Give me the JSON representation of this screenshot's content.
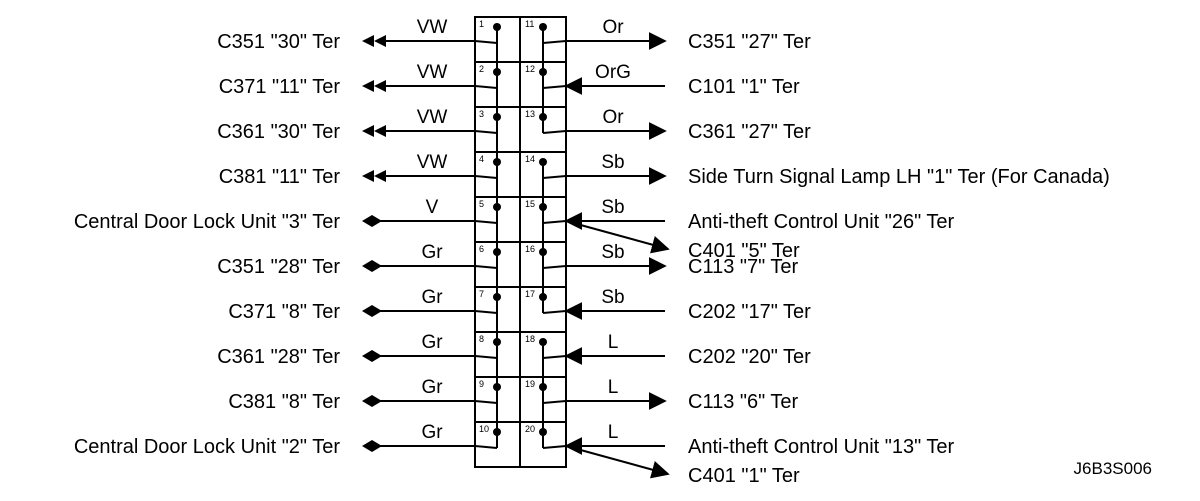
{
  "connector": {
    "left_pins": [
      "1",
      "2",
      "3",
      "4",
      "5",
      "6",
      "7",
      "8",
      "9",
      "10"
    ],
    "right_pins": [
      "11",
      "12",
      "13",
      "14",
      "15",
      "16",
      "17",
      "18",
      "19",
      "20"
    ]
  },
  "left_rows": [
    {
      "label": "C351  \"30\" Ter",
      "wire": "VW",
      "arrow": "double-out"
    },
    {
      "label": "C371  \"11\" Ter",
      "wire": "VW",
      "arrow": "double-out"
    },
    {
      "label": "C361  \"30\" Ter",
      "wire": "VW",
      "arrow": "double-out"
    },
    {
      "label": "C381  \"11\" Ter",
      "wire": "VW",
      "arrow": "double-out"
    },
    {
      "label": "Central Door Lock Unit  \"3\" Ter",
      "wire": "V",
      "arrow": "bidirectional"
    },
    {
      "label": "C351  \"28\" Ter",
      "wire": "Gr",
      "arrow": "bidirectional"
    },
    {
      "label": "C371  \"8\" Ter",
      "wire": "Gr",
      "arrow": "bidirectional"
    },
    {
      "label": "C361  \"28\" Ter",
      "wire": "Gr",
      "arrow": "bidirectional"
    },
    {
      "label": "C381  \"8\" Ter",
      "wire": "Gr",
      "arrow": "bidirectional"
    },
    {
      "label": "Central Door Lock Unit  \"2\" Ter",
      "wire": "Gr",
      "arrow": "bidirectional"
    }
  ],
  "right_rows": [
    {
      "label": "C351  \"27\" Ter",
      "wire": "Or",
      "arrow": "out"
    },
    {
      "label": "C101  \"1\" Ter",
      "wire": "OrG",
      "arrow": "in"
    },
    {
      "label": "C361  \"27\" Ter",
      "wire": "Or",
      "arrow": "out"
    },
    {
      "label": "Side Turn Signal Lamp LH \"1\" Ter (For Canada)",
      "wire": "Sb",
      "arrow": "out"
    },
    {
      "label": "Anti-theft Control Unit  \"26\" Ter",
      "wire": "Sb",
      "arrow": "in",
      "branch_label": "C401  \"5\" Ter"
    },
    {
      "label": "C113  \"7\" Ter",
      "wire": "Sb",
      "arrow": "out"
    },
    {
      "label": "C202  \"17\" Ter",
      "wire": "Sb",
      "arrow": "in"
    },
    {
      "label": "C202  \"20\" Ter",
      "wire": "L",
      "arrow": "in"
    },
    {
      "label": "C113  \"6\" Ter",
      "wire": "L",
      "arrow": "out"
    },
    {
      "label": "Anti-theft Control Unit  \"13\" Ter",
      "wire": "L",
      "arrow": "in",
      "branch_label": "C401  \"1\" Ter"
    }
  ],
  "figure_code": "J6B3S006"
}
